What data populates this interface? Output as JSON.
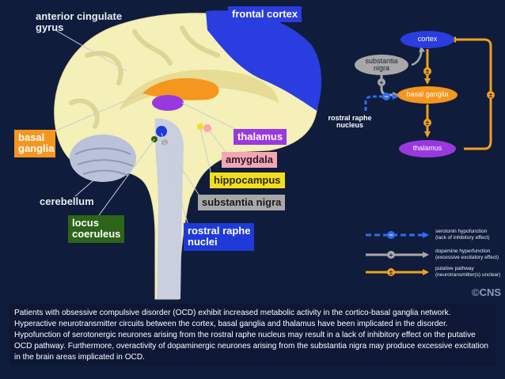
{
  "brain_labels": {
    "anterior_cingulate_gyrus": "anterior cingulate\ngyrus",
    "frontal_cortex": "frontal cortex",
    "basal_ganglia": "basal\nganglia",
    "thalamus": "thalamus",
    "amygdala": "amygdala",
    "hippocampus": "hippocampus",
    "substantia_nigra": "substantia nigra",
    "cerebellum": "cerebellum",
    "locus_coeruleus": "locus\ncoeruleus",
    "rostral_raphe_nuclei": "rostral raphe\nnuclei"
  },
  "pathway": {
    "cortex": "cortex",
    "substantia_nigra": "substantia\nnigra",
    "basal_ganglia": "basal ganglia",
    "rostral_raphe_nucleus": "rostral raphe\nnucleus",
    "thalamus": "thalamus"
  },
  "legend": [
    {
      "text": "serotonin hypofunction\n(lack of inhibitory effect)",
      "color": "#2f6cf0",
      "sign": "−"
    },
    {
      "text": "dopamine hyperfunction\n(excessive excitatory effect)",
      "color": "#a8a8a8",
      "sign": "+"
    },
    {
      "text": "putative pathway\n(neurotransmitter(s) unclear)",
      "color": "#f0a020",
      "sign": "±"
    }
  ],
  "colors": {
    "background": "#101c3c",
    "frontal_cortex": "#2a3de0",
    "basal_ganglia": "#f5961e",
    "thalamus": "#9a38e0",
    "amygdala": "#f4a6b4",
    "hippocampus": "#f2de1c",
    "substantia_nigra": "#a8a8a8",
    "rostral_raphe": "#1f3ad8",
    "locus_coeruleus": "#2c6418"
  },
  "caption": "Patients with obsessive compulsive disorder (OCD) exhibit increased metabolic activity in the cortico-basal ganglia network. Hyperactive neurotransmitter circuits between the cortex, basal ganglia and thalamus have been implicated in the disorder. Hypofunction of serotonergic neurones arising from the rostral raphe nucleus may result in a lack of inhibitory effect on the putative OCD pathway. Furthermore, overactivity of dopaminergic neurones arising from the substantia nigra may produce excessive excitation in the brain areas implicated in OCD.",
  "copyright": "©CNS"
}
